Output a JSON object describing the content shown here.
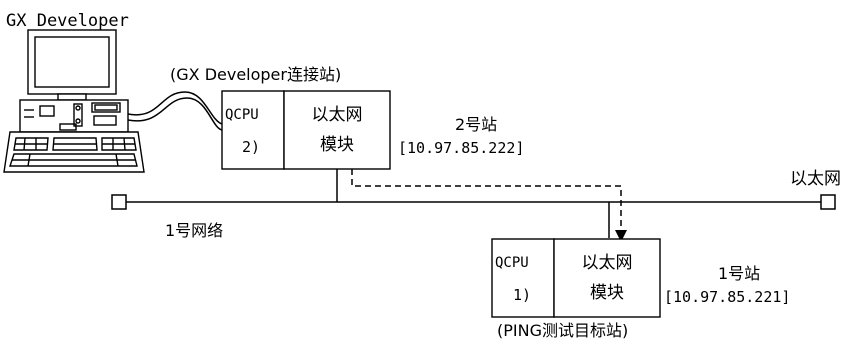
{
  "software_label": "GX  Developer",
  "connect_station_caption": "(GX Developer连接站)",
  "station2": {
    "cpu_name": "QCPU",
    "cpu_index": "2)",
    "module_line1": "以太网",
    "module_line2": "模块",
    "station_label": "2号站",
    "ip_address": "[10.97.85.222]"
  },
  "station1": {
    "cpu_name": "QCPU",
    "cpu_index": "1)",
    "module_line1": "以太网",
    "module_line2": "模块",
    "station_label": "1号站",
    "ip_address": "[10.97.85.221]"
  },
  "network_label": "1号网络",
  "ethernet_label": "以太网",
  "target_caption": "(PING测试目标站)"
}
